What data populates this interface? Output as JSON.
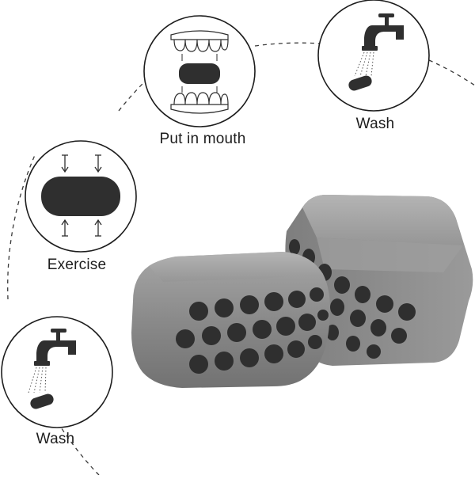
{
  "steps": {
    "wash_top": {
      "label": "Wash",
      "icon": "faucet-icon"
    },
    "put_in_mouth": {
      "label": "Put in mouth",
      "icon": "teeth-icon"
    },
    "exercise": {
      "label": "Exercise",
      "icon": "press-icon"
    },
    "wash_bottom": {
      "label": "Wash",
      "icon": "faucet-icon"
    }
  },
  "colors": {
    "product_gray": "#8c8c8c",
    "hole_dark": "#2f2f2f",
    "outline": "#1d1d1d",
    "dashed_path": "#3a3a3a"
  }
}
